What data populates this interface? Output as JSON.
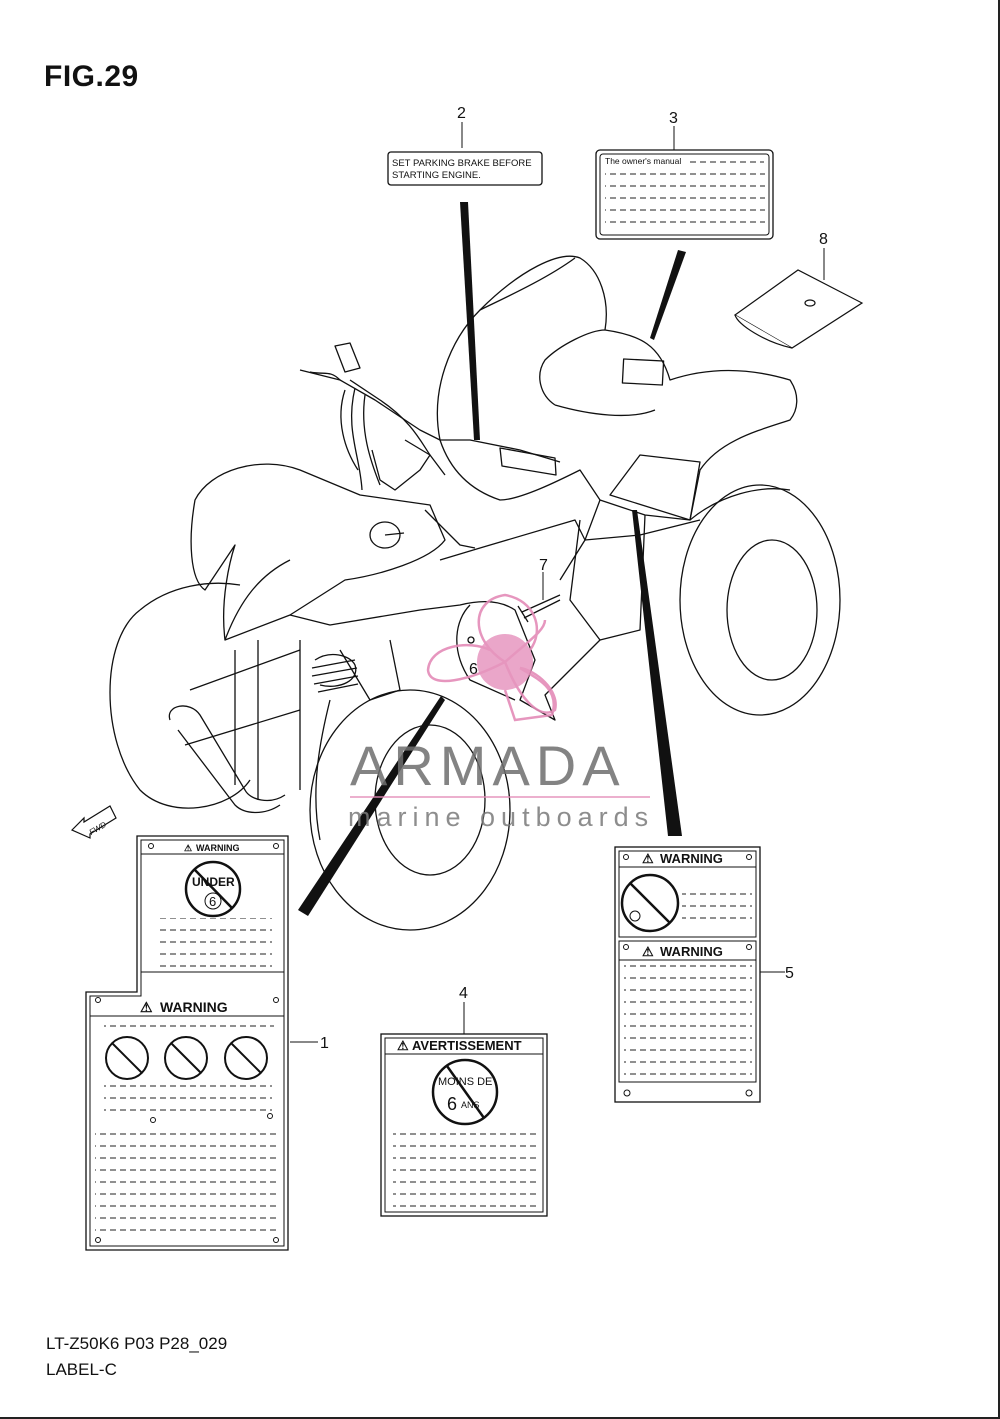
{
  "figure": {
    "title": "FIG.29",
    "code": "LT-Z50K6 P03 P28_029",
    "name": "LABEL-C"
  },
  "callouts": {
    "c1": "1",
    "c2": "2",
    "c3": "3",
    "c4": "4",
    "c5": "5",
    "c6": "6",
    "c7": "7",
    "c8": "8"
  },
  "labels": {
    "parking_line1": "SET PARKING BRAKE BEFORE",
    "parking_line2": "STARTING ENGINE.",
    "owners_manual": "The owner's manual",
    "warning": "WARNING",
    "under": "UNDER",
    "under_age": "6",
    "avertissement": "AVERTISSEMENT",
    "moins_de": "MOINS DE",
    "ans_num": "6",
    "ans": "ANS",
    "fwd": "FWD"
  },
  "watermark": {
    "brand": "ARMADA",
    "tagline": "marine outboards"
  },
  "colors": {
    "line": "#111111",
    "watermark_pink": "#e48bb8"
  }
}
